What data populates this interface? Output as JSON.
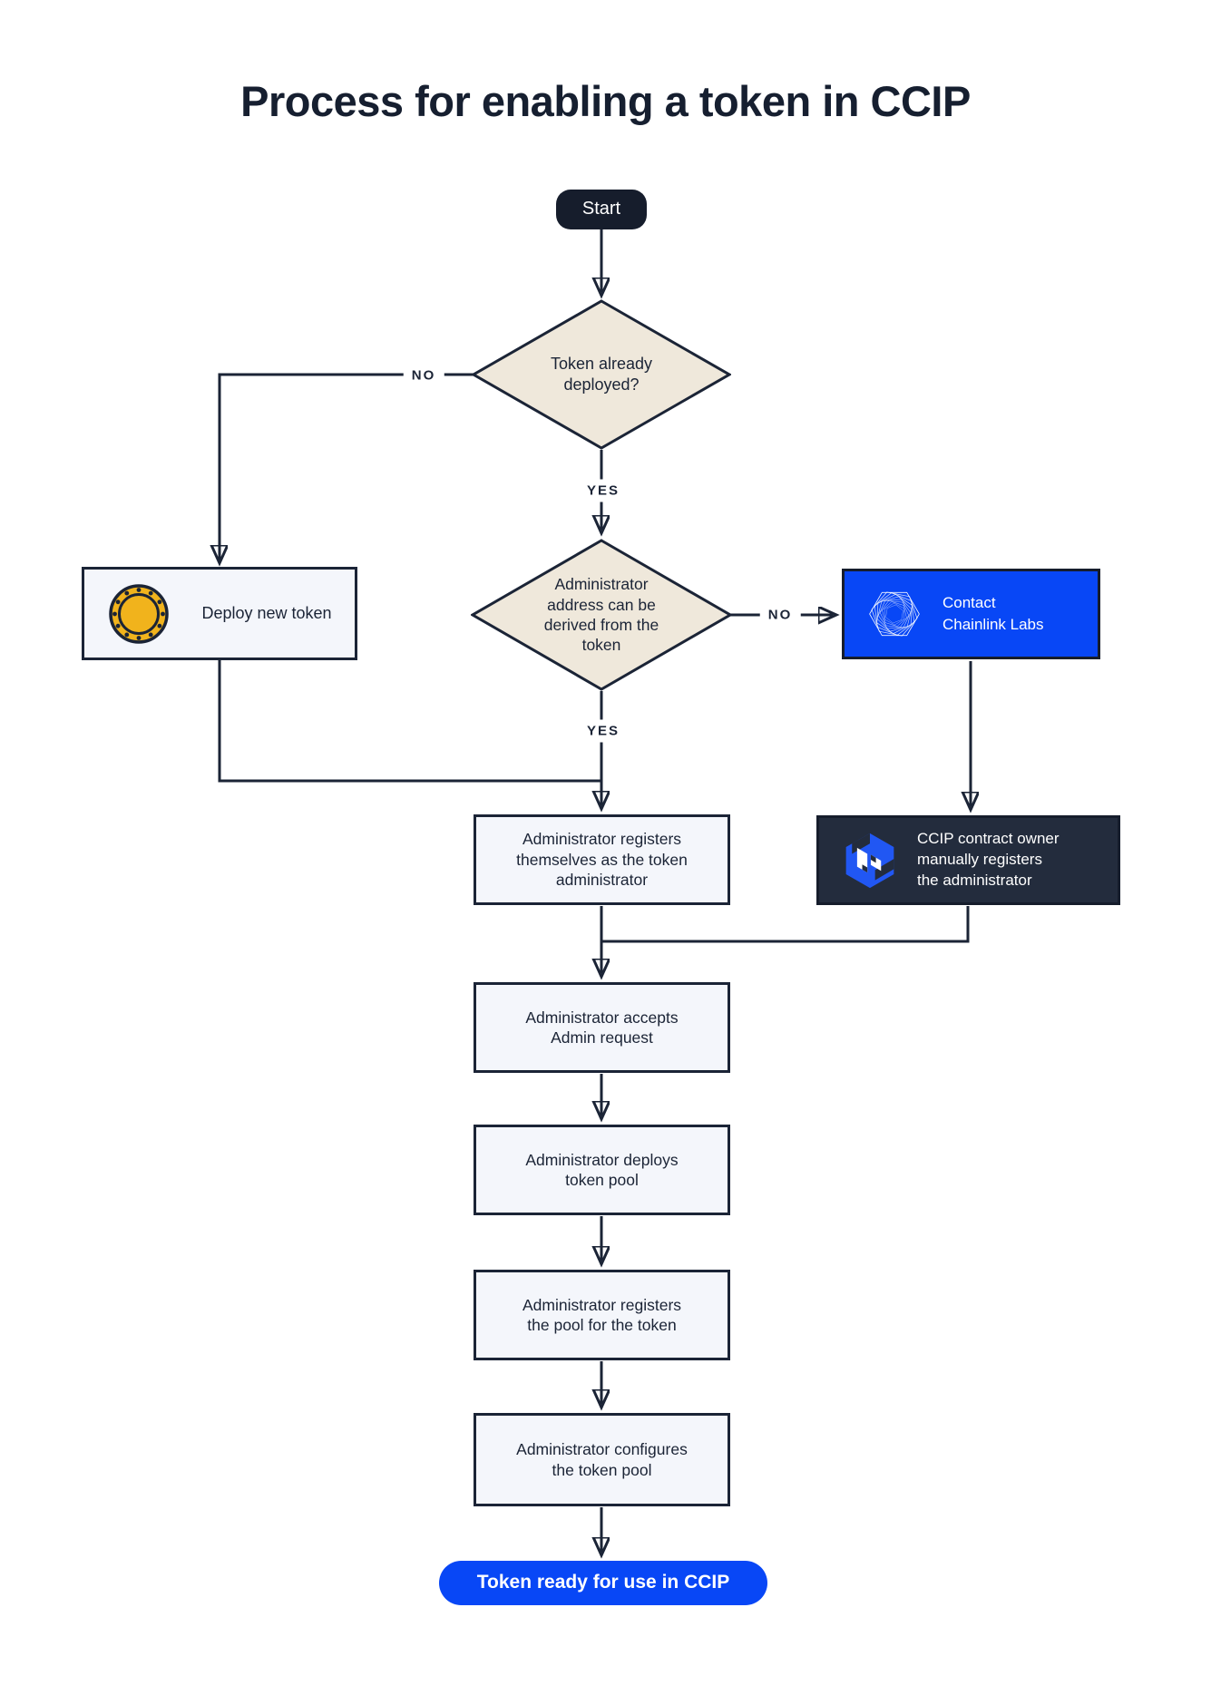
{
  "title": "Process for enabling a token in CCIP",
  "colors": {
    "ink": "#1B2436",
    "diamond_fill": "#EFE8DB",
    "box_fill": "#F4F6FB",
    "primary_blue": "#0847F6",
    "dark_panel": "#232C3D",
    "coin_gold": "#F1B31C",
    "white": "#FFFFFF"
  },
  "nodes": {
    "start": {
      "label": "Start"
    },
    "token_deployed_decision": {
      "label": "Token already\ndeployed?"
    },
    "deploy_new_token": {
      "label": "Deploy new token",
      "icon": "coin-icon"
    },
    "admin_derivable_decision": {
      "label": "Administrator\naddress can be\nderived from the\ntoken"
    },
    "contact_chainlink": {
      "label": "Contact\nChainlink Labs",
      "icon": "chainlink-labs-logo"
    },
    "ccip_owner_registers": {
      "label": "CCIP contract owner\nmanually registers\nthe administrator",
      "icon": "ccip-logo"
    },
    "admin_registers_self": {
      "label": "Administrator registers\nthemselves as the token\nadministrator"
    },
    "admin_accepts": {
      "label": "Administrator accepts\nAdmin request"
    },
    "admin_deploys_pool": {
      "label": "Administrator deploys\ntoken pool"
    },
    "admin_registers_pool": {
      "label": "Administrator registers\nthe pool for the token"
    },
    "admin_configures_pool": {
      "label": "Administrator configures\nthe token pool"
    },
    "end": {
      "label": "Token ready for use in CCIP"
    }
  },
  "edge_labels": {
    "no_deployed": "NO",
    "yes_deployed": "YES",
    "no_derivable": "NO",
    "yes_derivable": "YES"
  }
}
